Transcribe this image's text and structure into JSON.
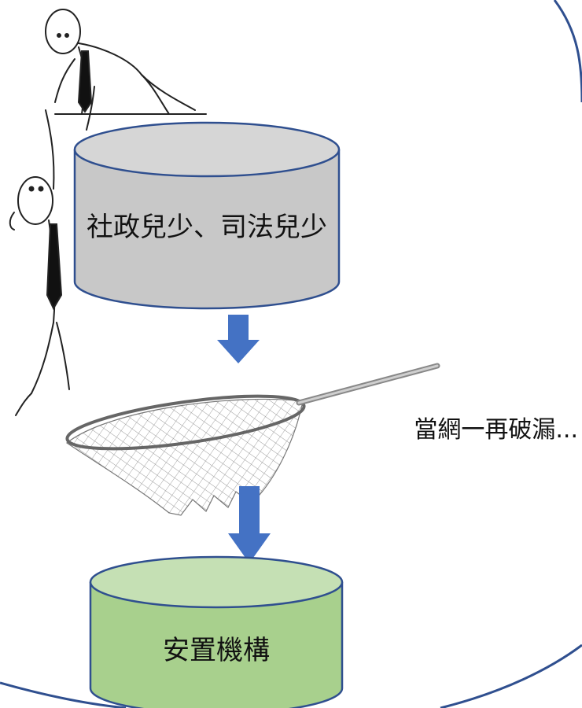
{
  "nodes": {
    "top_cylinder": {
      "label": "社政兒少、司法兒少",
      "fill": "#c8c8c8",
      "top_fill": "#d6d6d6",
      "stroke": "#2f4f8f"
    },
    "net_caption": {
      "label": "當網一再破漏..."
    },
    "bottom_cylinder": {
      "label": "安置機構",
      "fill": "#a8d08d",
      "top_fill": "#c5e0b4",
      "stroke": "#2f4f8f"
    }
  },
  "arrows": {
    "color": "#4472c4"
  },
  "frame": {
    "color": "#2f4f8f"
  }
}
